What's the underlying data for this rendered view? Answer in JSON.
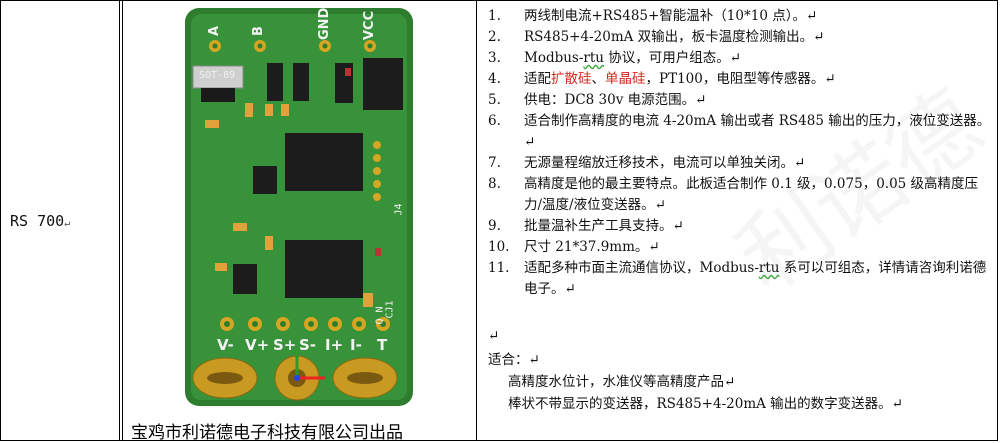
{
  "model": {
    "name": "RS 700",
    "mark": "↵"
  },
  "board": {
    "top_pins": [
      "A",
      "B",
      "GND",
      "VCC"
    ],
    "bottom_pins": [
      "V-",
      "V+",
      "S+",
      "S-",
      "I+",
      "I-",
      "T"
    ],
    "silk_sot": "SOT-89",
    "silk_j4": "J4",
    "silk_cj1": "CJ1",
    "silk_qn": "Q N"
  },
  "caption": "宝鸡市利诺德电子科技有限公司出品",
  "specs": [
    {
      "num": "1.",
      "text": "两线制电流+RS485+智能温补（10*10 点）。↵"
    },
    {
      "num": "2.",
      "text": "RS485+4-20mA 双输出，板卡温度检测输出。↵"
    },
    {
      "num": "3.",
      "pre": "Modbus-",
      "wavy": "rtu",
      "post": " 协议，可用户组态。↵"
    },
    {
      "num": "4.",
      "pre": "适配",
      "red1": "扩散硅",
      "mid": "、",
      "red2": "单晶硅",
      "post": "，PT100，电阻型等传感器。↵"
    },
    {
      "num": "5.",
      "text": "供电：DC8 30v 电源范围。↵"
    },
    {
      "num": "6.",
      "text": "适合制作高精度的电流 4-20mA 输出或者 RS485 输出的压力，液位变送器。↵"
    },
    {
      "num": "7.",
      "text": "无源量程缩放迁移技术，电流可以单独关闭。↵"
    },
    {
      "num": "8.",
      "text": "高精度是他的最主要特点。此板适合制作 0.1 级，0.075，0.05 级高精度压力/温度/液位变送器。↵"
    },
    {
      "num": "9.",
      "text": "批量温补生产工具支持。↵"
    },
    {
      "num": "10.",
      "text": "尺寸 21*37.9mm。↵"
    },
    {
      "num": "11.",
      "pre": "适配多种市面主流通信协议，Modbus-",
      "wavy": "rtu",
      "post": " 系可以可组态，详情请咨询利诺德电子。↵"
    }
  ],
  "blank_mark": "↵",
  "suitable_title": "适合：↵",
  "suitable_1": "高精度水位计，水准仪等高精度产品↵",
  "suitable_2": "棒状不带显示的变送器，RS485+4-20mA 输出的数字变送器。↵"
}
